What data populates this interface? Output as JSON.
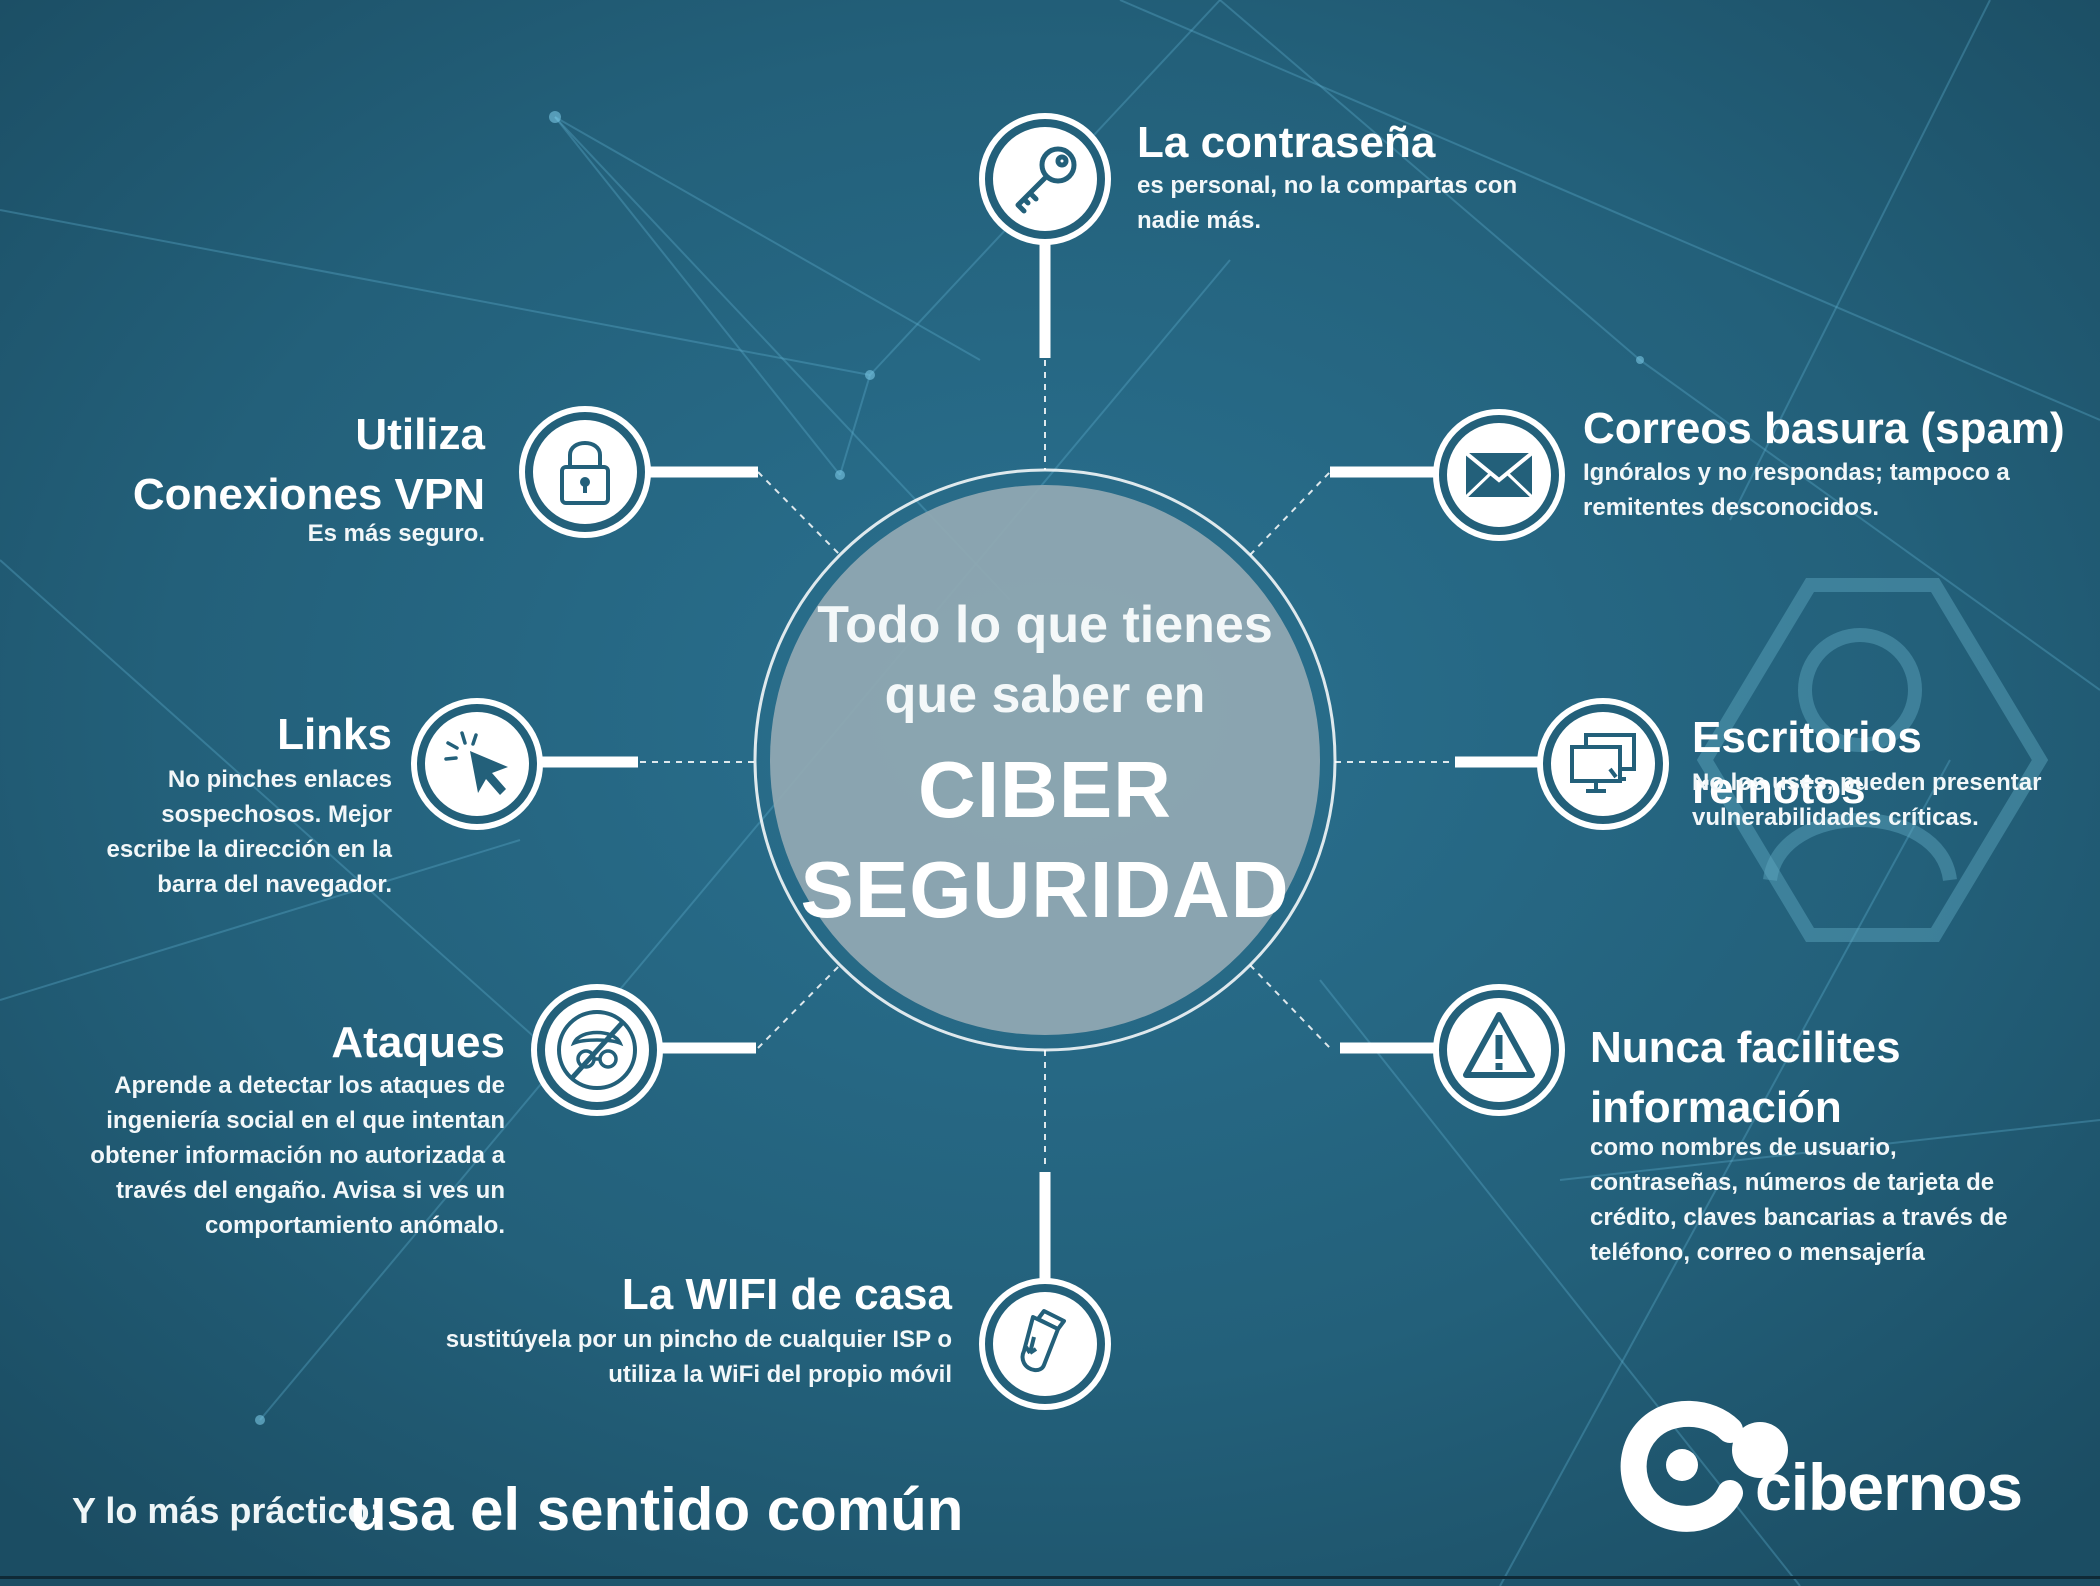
{
  "colors": {
    "background": "#23607a",
    "line": "#ffffff",
    "center_fill": "#8fa8b2",
    "badge_icon": "#23607a"
  },
  "center": {
    "subtitle_1": "Todo lo que tienes",
    "subtitle_2": "que saber en",
    "title_1": "CIBER",
    "title_2": "SEGURIDAD"
  },
  "items": [
    {
      "icon": "key-icon",
      "title": "La contraseña",
      "desc_1": "es personal, no la compartas con",
      "desc_2": "nadie más."
    },
    {
      "icon": "envelope-icon",
      "title": "Correos basura (spam)",
      "desc_1": "Ignóralos y no respondas; tampoco a",
      "desc_2": "remitentes desconocidos."
    },
    {
      "icon": "monitors-icon",
      "title": "Escritorios remotos",
      "desc_1": "No los uses, pueden presentar",
      "desc_2": "vulnerabilidades  críticas."
    },
    {
      "icon": "warning-icon",
      "title_1": "Nunca facilites",
      "title_2": "información",
      "desc_1": "como nombres de usuario,",
      "desc_2": "contraseñas,  números de tarjeta de",
      "desc_3": "crédito, claves bancarias  a través de",
      "desc_4": "teléfono,  correo o mensajería"
    },
    {
      "icon": "usb-icon",
      "title": "La WIFI de casa",
      "desc_1": "sustitúyela  por un pincho de cualquier ISP o",
      "desc_2": "utiliza la WiFi del propio móvil"
    },
    {
      "icon": "no-spy-icon",
      "title": "Ataques",
      "desc_1": "Aprende a detectar los ataques de",
      "desc_2": "ingeniería  social  en el que intentan",
      "desc_3": "obtener información  no autorizada  a",
      "desc_4": "través del engaño.  Avisa si ves un",
      "desc_5": "comportamiento  anómalo."
    },
    {
      "icon": "cursor-click-icon",
      "title": "Links",
      "desc_1": "No pinches enlaces",
      "desc_2": "sospechosos.  Mejor",
      "desc_3": "escribe la dirección en la",
      "desc_4": "barra del navegador."
    },
    {
      "icon": "padlock-icon",
      "title_1": "Utiliza",
      "title_2": "Conexiones VPN",
      "desc_1": "Es más seguro."
    }
  ],
  "footer": {
    "label": "Y lo más práctico:",
    "emphasis": "usa el sentido común"
  },
  "logo": {
    "text": "cibernos",
    "icon": "cibernos-logo-icon"
  }
}
